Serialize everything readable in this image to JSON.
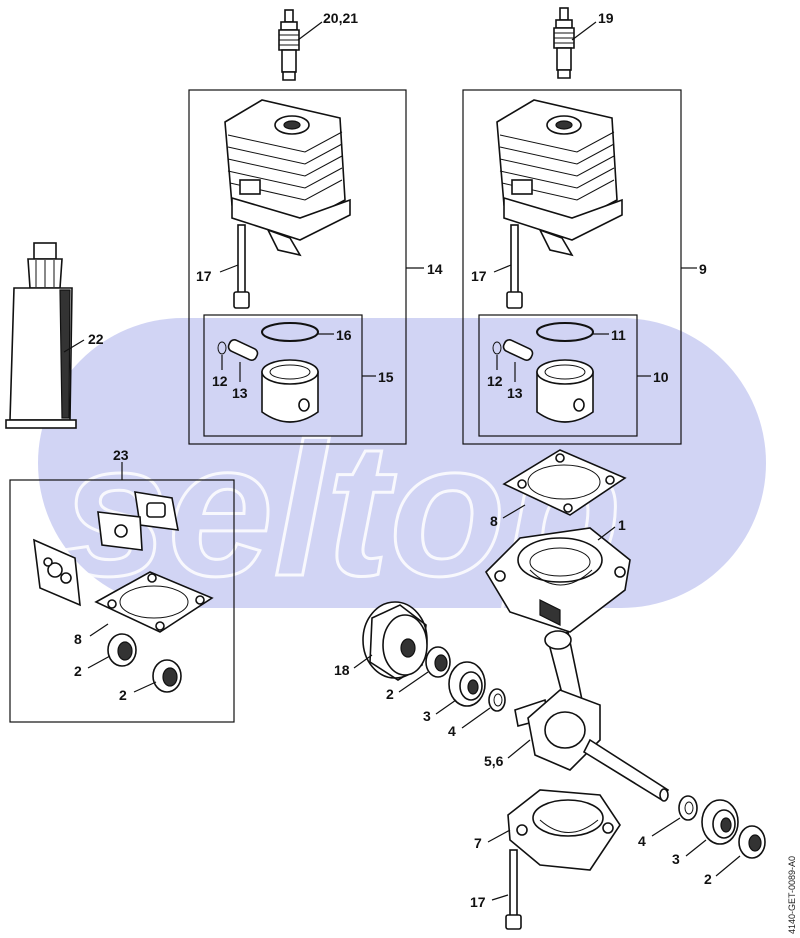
{
  "watermark": "seltop",
  "drawing_code": "4140-GET-0089-A0",
  "labels": {
    "spark_plug_a": "20,21",
    "spark_plug_b": "19",
    "box_left": "14",
    "box_right": "9",
    "screw_left": "17",
    "screw_right": "17",
    "ring_left": "16",
    "ring_right": "11",
    "piston_set_left": "15",
    "piston_set_right": "10",
    "clip_left": "12",
    "pin_left": "13",
    "clip_right": "12",
    "pin_right": "13",
    "tube": "22",
    "gasket_kit": "23",
    "kit_gasket": "8",
    "kit_seal_1": "2",
    "kit_seal_2": "2",
    "gasket": "8",
    "crankcase": "1",
    "flywheel": "18",
    "seal_upper": "2",
    "bearing_upper": "3",
    "washer_upper": "4",
    "crankshaft": "5,6",
    "lower_case": "7",
    "washer_lower": "4",
    "bearing_lower": "3",
    "seal_lower": "2",
    "screw_bottom": "17"
  },
  "colors": {
    "watermark_band": "#c9cdf2",
    "line": "#111111"
  }
}
